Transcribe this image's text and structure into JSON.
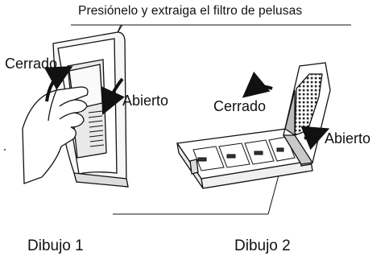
{
  "instruction": "Presiónelo y extraiga el filtro de pelusas",
  "figure1": {
    "closed_label": "Cerrado",
    "open_label": "Abierto",
    "caption": "Dibujo 1"
  },
  "figure2": {
    "closed_label": "Cerrado",
    "open_label": "Abierto",
    "caption": "Dibujo 2"
  },
  "colors": {
    "line": "#111111",
    "fill_light": "#f2f2f2",
    "fill_mid": "#9a9a9a",
    "fill_dark": "#2a2a2a"
  }
}
